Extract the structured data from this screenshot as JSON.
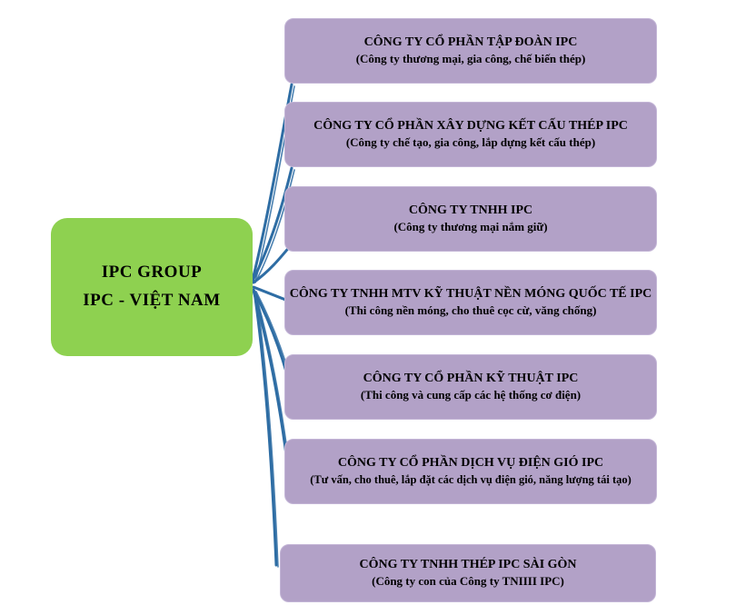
{
  "diagram_title": "IPC Group organizational chart",
  "root": {
    "line1": "IPC GROUP",
    "line2": "IPC - VIỆT NAM"
  },
  "subsidiaries": [
    {
      "name": "CÔNG TY CỔ PHẦN TẬP ĐOÀN IPC",
      "description": "(Công ty thương mại, gia công, chế biến thép)"
    },
    {
      "name": "CÔNG TY CỔ PHẦN XÂY DỰNG KẾT CẤU THÉP IPC",
      "description": "(Công ty chế tạo, gia công, lắp dựng kết cấu thép)"
    },
    {
      "name": "CÔNG TY TNHH IPC",
      "description": "(Công ty thương mại nắm giữ)"
    },
    {
      "name": "CÔNG TY TNHH MTV KỸ THUẬT NỀN MÓNG QUỐC TẾ IPC",
      "description": "(Thi công nền móng, cho thuê cọc cừ, văng chống)"
    },
    {
      "name": "CÔNG TY CỔ PHẦN KỸ THUẬT IPC",
      "description": "(Thi công và cung cấp các hệ thống cơ điện)"
    },
    {
      "name": "CÔNG TY CỔ PHẦN DỊCH VỤ ĐIỆN GIÓ IPC",
      "description": "(Tư vấn, cho thuê, lắp đặt các dịch vụ điện gió, năng lượng tái tạo)"
    },
    {
      "name": "CÔNG TY TNHH THÉP IPC SÀI GÒN",
      "description": "(Công ty con của Công ty TNIIII IPC)"
    }
  ],
  "colors": {
    "root_background": "#8ED150",
    "subsidiary_background": "#B2A1C7",
    "connector": "#2E6DA4",
    "text": "#000000"
  }
}
